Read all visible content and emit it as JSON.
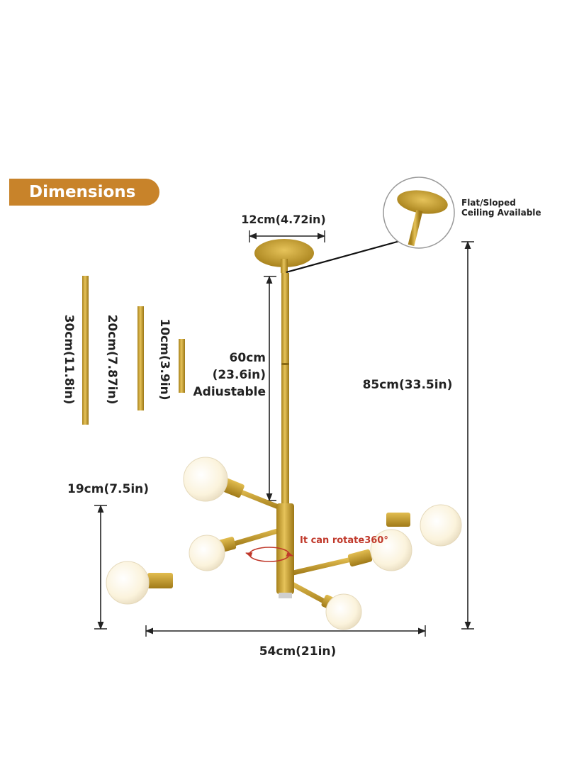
{
  "banner": {
    "title": "Dimensions"
  },
  "ceiling_note": {
    "line1": "Flat/Sloped",
    "line2": "Ceiling Available"
  },
  "dimensions": {
    "canopy_width": "12cm(4.72in)",
    "rod_length_line1": "60cm",
    "rod_length_line2": "(23.6in)",
    "rod_length_line3": "Adiustable",
    "overall_height": "85cm(33.5in)",
    "body_height": "19cm(7.5in)",
    "overall_width": "54cm(21in)",
    "rod_30": "30cm(11.8in)",
    "rod_20": "20cm(7.87in)",
    "rod_10": "10cm(3.9in)"
  },
  "rotation_note": "It can rotate360°",
  "colors": {
    "gold": "#c9a227",
    "gold_dark": "#a7821a",
    "banner": "#c8832a",
    "rotate_red": "#c0392b",
    "bulb": "#fbf6e8"
  }
}
